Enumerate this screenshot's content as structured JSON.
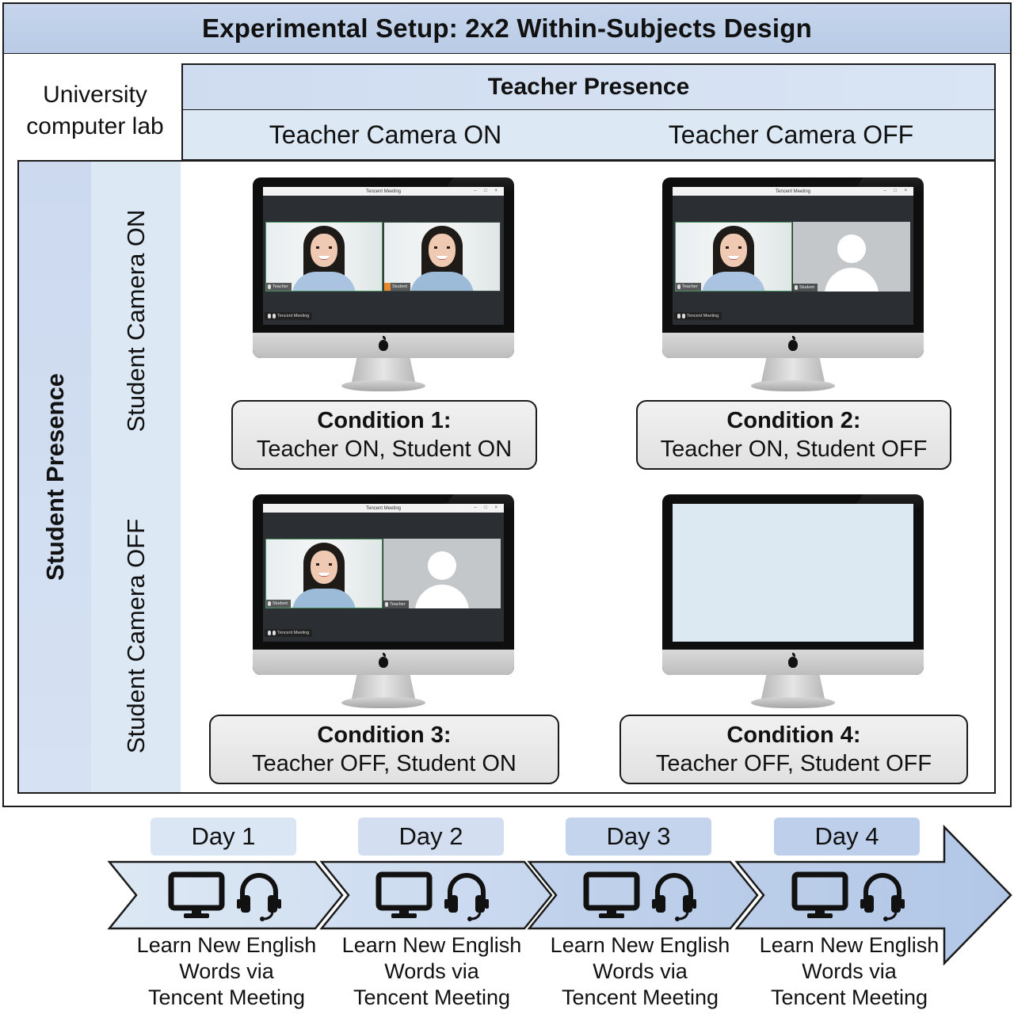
{
  "title": "Experimental Setup: 2x2 Within-Subjects Design",
  "setting_label": "University computer lab",
  "factors": {
    "teacher": {
      "label": "Teacher Presence",
      "levels": [
        "Teacher Camera ON",
        "Teacher Camera OFF"
      ]
    },
    "student": {
      "label": "Student Presence",
      "levels": [
        "Student Camera ON",
        "Student Camera OFF"
      ]
    }
  },
  "monitor": {
    "app_title": "Tencent Meeting",
    "window_controls": "– □ ×",
    "meeting_tag": "Tencent Meeting",
    "tile_labels": {
      "teacher": "Teacher",
      "student": "Student"
    }
  },
  "conditions": [
    {
      "title": "Condition 1:",
      "description": "Teacher ON, Student ON",
      "screen": {
        "left_tile": "Teacher",
        "left_video": true,
        "right_tile": "Student",
        "right_video": true
      }
    },
    {
      "title": "Condition 2:",
      "description": "Teacher ON, Student OFF",
      "screen": {
        "left_tile": "Teacher",
        "left_video": true,
        "right_tile": "Student",
        "right_video": false
      }
    },
    {
      "title": "Condition 3:",
      "description": "Teacher OFF, Student ON",
      "screen": {
        "left_tile": "Student",
        "left_video": true,
        "right_tile": "Teacher",
        "right_video": false
      }
    },
    {
      "title": "Condition 4:",
      "description": "Teacher OFF, Student OFF",
      "screen": {
        "blank": true
      }
    }
  ],
  "timeline": {
    "days": [
      {
        "label": "Day 1",
        "icons": [
          "monitor-icon",
          "headset-icon"
        ],
        "description_lines": [
          "Learn New English",
          "Words via",
          "Tencent Meeting"
        ]
      },
      {
        "label": "Day 2",
        "icons": [
          "monitor-icon",
          "headset-icon"
        ],
        "description_lines": [
          "Learn New English",
          "Words via",
          "Tencent Meeting"
        ]
      },
      {
        "label": "Day 3",
        "icons": [
          "monitor-icon",
          "headset-icon"
        ],
        "description_lines": [
          "Learn New English",
          "Words via",
          "Tencent Meeting"
        ]
      },
      {
        "label": "Day 4",
        "icons": [
          "monitor-icon",
          "headset-icon"
        ],
        "description_lines": [
          "Learn New English",
          "Words via",
          "Tencent Meeting"
        ]
      }
    ]
  },
  "colors": {
    "header_blue": "#c6d5ec",
    "light_blue": "#dce8f4",
    "condition_box": "#e8e8e8",
    "tile_active_border": "#4a8f62",
    "student_badge": "#e8892d",
    "arrow_light": "#d6e3f2",
    "arrow_dark": "#b4c8e8"
  }
}
